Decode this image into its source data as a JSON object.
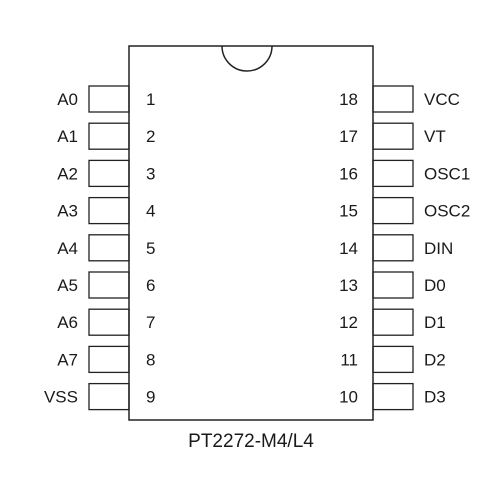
{
  "chip": {
    "part_number": "PT2272-M4/L4",
    "left_pins": [
      {
        "label": "A0",
        "number": "1"
      },
      {
        "label": "A1",
        "number": "2"
      },
      {
        "label": "A2",
        "number": "3"
      },
      {
        "label": "A3",
        "number": "4"
      },
      {
        "label": "A4",
        "number": "5"
      },
      {
        "label": "A5",
        "number": "6"
      },
      {
        "label": "A6",
        "number": "7"
      },
      {
        "label": "A7",
        "number": "8"
      },
      {
        "label": "VSS",
        "number": "9"
      }
    ],
    "right_pins": [
      {
        "label": "VCC",
        "number": "18"
      },
      {
        "label": "VT",
        "number": "17"
      },
      {
        "label": "OSC1",
        "number": "16"
      },
      {
        "label": "OSC2",
        "number": "15"
      },
      {
        "label": "DIN",
        "number": "14"
      },
      {
        "label": "D0",
        "number": "13"
      },
      {
        "label": "D1",
        "number": "12"
      },
      {
        "label": "D2",
        "number": "11"
      },
      {
        "label": "D3",
        "number": "10"
      }
    ]
  }
}
